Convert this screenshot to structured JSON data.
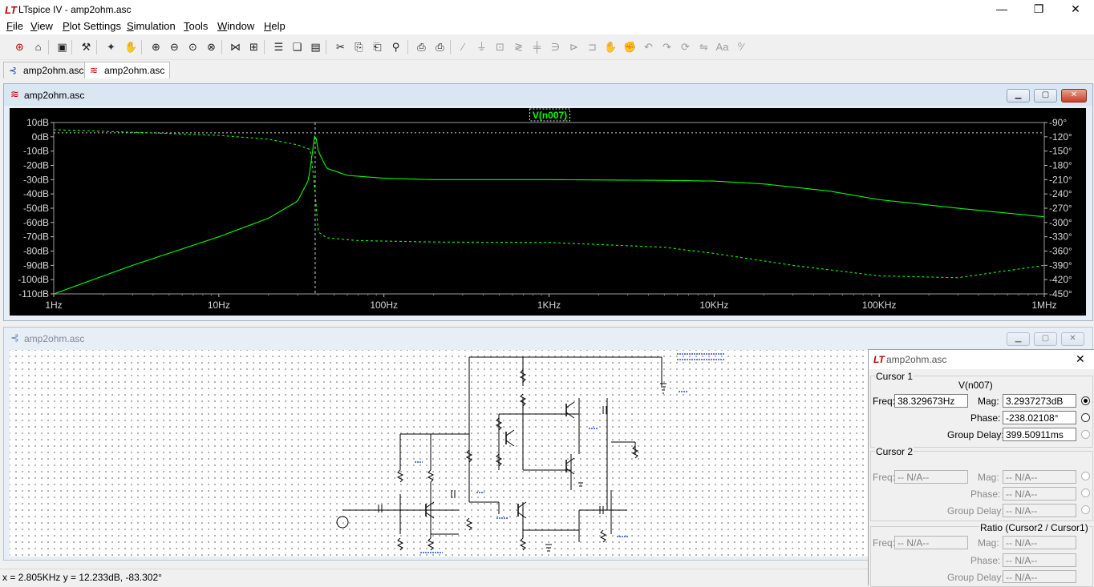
{
  "window": {
    "title": "LTspice IV - amp2ohm.asc",
    "logo": "LT",
    "minimize": "—",
    "restore": "❐",
    "close": "✕"
  },
  "menu": [
    {
      "pre": "",
      "u": "F",
      "post": "ile"
    },
    {
      "pre": "",
      "u": "V",
      "post": "iew"
    },
    {
      "pre": "",
      "u": "P",
      "post": "lot Settings"
    },
    {
      "pre": "",
      "u": "S",
      "post": "imulation"
    },
    {
      "pre": "",
      "u": "T",
      "post": "ools"
    },
    {
      "pre": "",
      "u": "W",
      "post": "indow"
    },
    {
      "pre": "",
      "u": "H",
      "post": "elp"
    }
  ],
  "toolbar_icons": [
    "new-schematic-icon",
    "open-icon",
    "save-icon",
    "control-panel-icon",
    "run-icon",
    "pan-icon",
    "zoom-in-icon",
    "zoom-out-icon",
    "zoom-fit-icon",
    "zoom-cancel-icon",
    "autorange-icon",
    "mark-icon",
    "tile-horizontal-icon",
    "cascade-icon",
    "tile-vertical-icon",
    "cut-icon",
    "copy-icon",
    "paste-icon",
    "find-icon",
    "print-setup-icon",
    "print-icon",
    "wire-icon",
    "ground-icon",
    "label-icon",
    "resistor-icon",
    "capacitor-icon",
    "inductor-icon",
    "diode-icon",
    "component-icon",
    "move-icon",
    "drag-icon",
    "undo-icon",
    "redo-icon",
    "rotate-icon",
    "mirror-icon",
    "text-icon",
    "spice-directive-icon"
  ],
  "tabs": [
    {
      "label": "amp2ohm.asc",
      "icon": "schematic-icon"
    },
    {
      "label": "amp2ohm.asc",
      "icon": "waveform-icon"
    }
  ],
  "plot_window": {
    "title": "amp2ohm.asc",
    "trace_label": "V(n007)",
    "trace_color": "#00ff00"
  },
  "chart_data": {
    "type": "line",
    "title": "V(n007)",
    "x_scale": "log",
    "xlim": [
      1,
      1000000
    ],
    "x_ticks": [
      "1Hz",
      "10Hz",
      "100Hz",
      "1KHz",
      "10KHz",
      "100KHz",
      "1MHz"
    ],
    "y_left_ticks": [
      "10dB",
      "0dB",
      "-10dB",
      "-20dB",
      "-30dB",
      "-40dB",
      "-50dB",
      "-60dB",
      "-70dB",
      "-80dB",
      "-90dB",
      "-100dB",
      "-110dB"
    ],
    "y_left_lim": [
      -110,
      10
    ],
    "y_right_ticks": [
      "-90°",
      "-120°",
      "-150°",
      "-180°",
      "-210°",
      "-240°",
      "-270°",
      "-300°",
      "-330°",
      "-360°",
      "-390°",
      "-420°",
      "-450°"
    ],
    "y_right_lim": [
      -450,
      -90
    ],
    "series": [
      {
        "name": "V(n007)",
        "style": "solid",
        "axis": "magnitude",
        "x": [
          1,
          3,
          10,
          20,
          30,
          35,
          38.33,
          40,
          45,
          60,
          100,
          200,
          1000,
          5000,
          10000,
          20000,
          50000,
          100000,
          300000,
          1000000
        ],
        "y": [
          -110,
          -90,
          -70,
          -57,
          -45,
          -30,
          3.3,
          -10,
          -22,
          -27,
          -29,
          -30,
          -30,
          -30.5,
          -31,
          -33,
          -38,
          -44,
          -50,
          -56
        ]
      },
      {
        "name": "V(n007) phase",
        "style": "dashed",
        "axis": "phase",
        "x": [
          1,
          5,
          10,
          20,
          30,
          36,
          38.33,
          40,
          45,
          70,
          200,
          1000,
          5000,
          10000,
          30000,
          100000,
          300000,
          1000000
        ],
        "y": [
          -105,
          -113,
          -117,
          -125,
          -137,
          -147,
          -238,
          -320,
          -332,
          -338,
          -341,
          -342,
          -352,
          -365,
          -390,
          -412,
          -416,
          -390
        ]
      }
    ],
    "cursor_x": 38.33,
    "grid": "dotted-horizontal-at-0dB"
  },
  "schematic_window": {
    "title": "amp2ohm.asc"
  },
  "cursor_dialog": {
    "title": "amp2ohm.asc",
    "cursor1_label": "Cursor 1",
    "trace": "V(n007)",
    "freq_label": "Freq:",
    "mag_label": "Mag:",
    "phase_label": "Phase:",
    "gd_label": "Group Delay:",
    "c1_freq": "38.329673Hz",
    "c1_mag": "3.2937273dB",
    "c1_phase": "-238.02108°",
    "c1_gd": "399.50911ms",
    "cursor2_label": "Cursor 2",
    "na": "-- N/A--",
    "ratio_label": "Ratio (Cursor2 / Cursor1)"
  },
  "status": {
    "text": "x = 2.805KHz   y = 12.233dB, -83.302°"
  }
}
